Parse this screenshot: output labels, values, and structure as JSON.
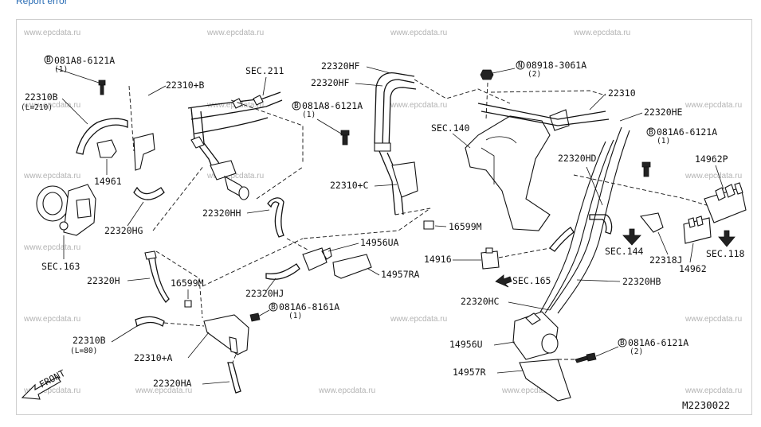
{
  "header": {
    "report_link": "Report error"
  },
  "watermark": "www.epcdata.ru",
  "diagram_code": "M2230022",
  "front_label": "FRONT",
  "labels": {
    "bolt_top_left": "081A8-6121A",
    "bolt_top_left_qty": "(1)",
    "l22310B_top": "22310B",
    "l22310B_top_len": "(L=210)",
    "l22310pB": "22310+B",
    "l14961": "14961",
    "l22320HG": "22320HG",
    "sec163": "SEC.163",
    "sec211": "SEC.211",
    "l22320HH": "22320HH",
    "l22320HF_a": "22320HF",
    "l22320HF_b": "22320HF",
    "bolt_mid": "081A8-6121A",
    "bolt_mid_qty": "(1)",
    "l22310pC": "22310+C",
    "l16599M_a": "16599M",
    "l14956UA": "14956UA",
    "l14957RA": "14957RA",
    "l22320HJ": "22320HJ",
    "l22320H": "22320H",
    "l16599M_b": "16599M",
    "bolt_low": "081A6-8161A",
    "bolt_low_qty": "(1)",
    "l22310B_low": "22310B",
    "l22310B_low_len": "(L=80)",
    "l22310pA": "22310+A",
    "l22320HA": "22320HA",
    "nut_top": "08918-3061A",
    "nut_top_qty": "(2)",
    "l22310": "22310",
    "sec140": "SEC.140",
    "l22320HE": "22320HE",
    "bolt_right": "081A6-6121A",
    "bolt_right_qty": "(1)",
    "l14962P": "14962P",
    "l22320HD": "22320HD",
    "l14916": "14916",
    "sec144": "SEC.144",
    "sec165": "SEC.165",
    "l22318J": "22318J",
    "sec118": "SEC.118",
    "l14962": "14962",
    "l22320HB": "22320HB",
    "l22320HC": "22320HC",
    "l14956U": "14956U",
    "bolt_low_right": "081A6-6121A",
    "bolt_low_right_qty": "(2)",
    "l14957R": "14957R"
  },
  "markers": {
    "bolt": "B",
    "nut": "N"
  }
}
